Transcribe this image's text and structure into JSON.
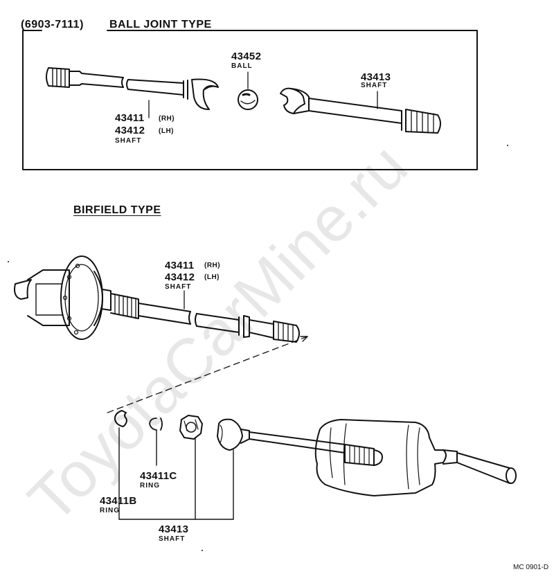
{
  "section_top": {
    "code": "(6903-7111)",
    "title": "BALL JOINT TYPE",
    "parts": [
      {
        "number": "43452",
        "name": "BALL"
      },
      {
        "number": "43413",
        "name": "SHAFT"
      },
      {
        "number": "43411",
        "suffix": "(RH)"
      },
      {
        "number": "43412",
        "suffix": "(LH)",
        "name": "SHAFT"
      }
    ]
  },
  "section_bottom": {
    "title": "BIRFIELD TYPE",
    "parts": [
      {
        "number": "43411",
        "suffix": "(RH)"
      },
      {
        "number": "43412",
        "suffix": "(LH)",
        "name": "SHAFT"
      },
      {
        "number": "43411C",
        "name": "RING"
      },
      {
        "number": "43411B",
        "name": "RING"
      },
      {
        "number": "43413",
        "name": "SHAFT"
      }
    ]
  },
  "drawing_code": "MC 0901-D",
  "watermark": "ToyotaCarMine.ru"
}
